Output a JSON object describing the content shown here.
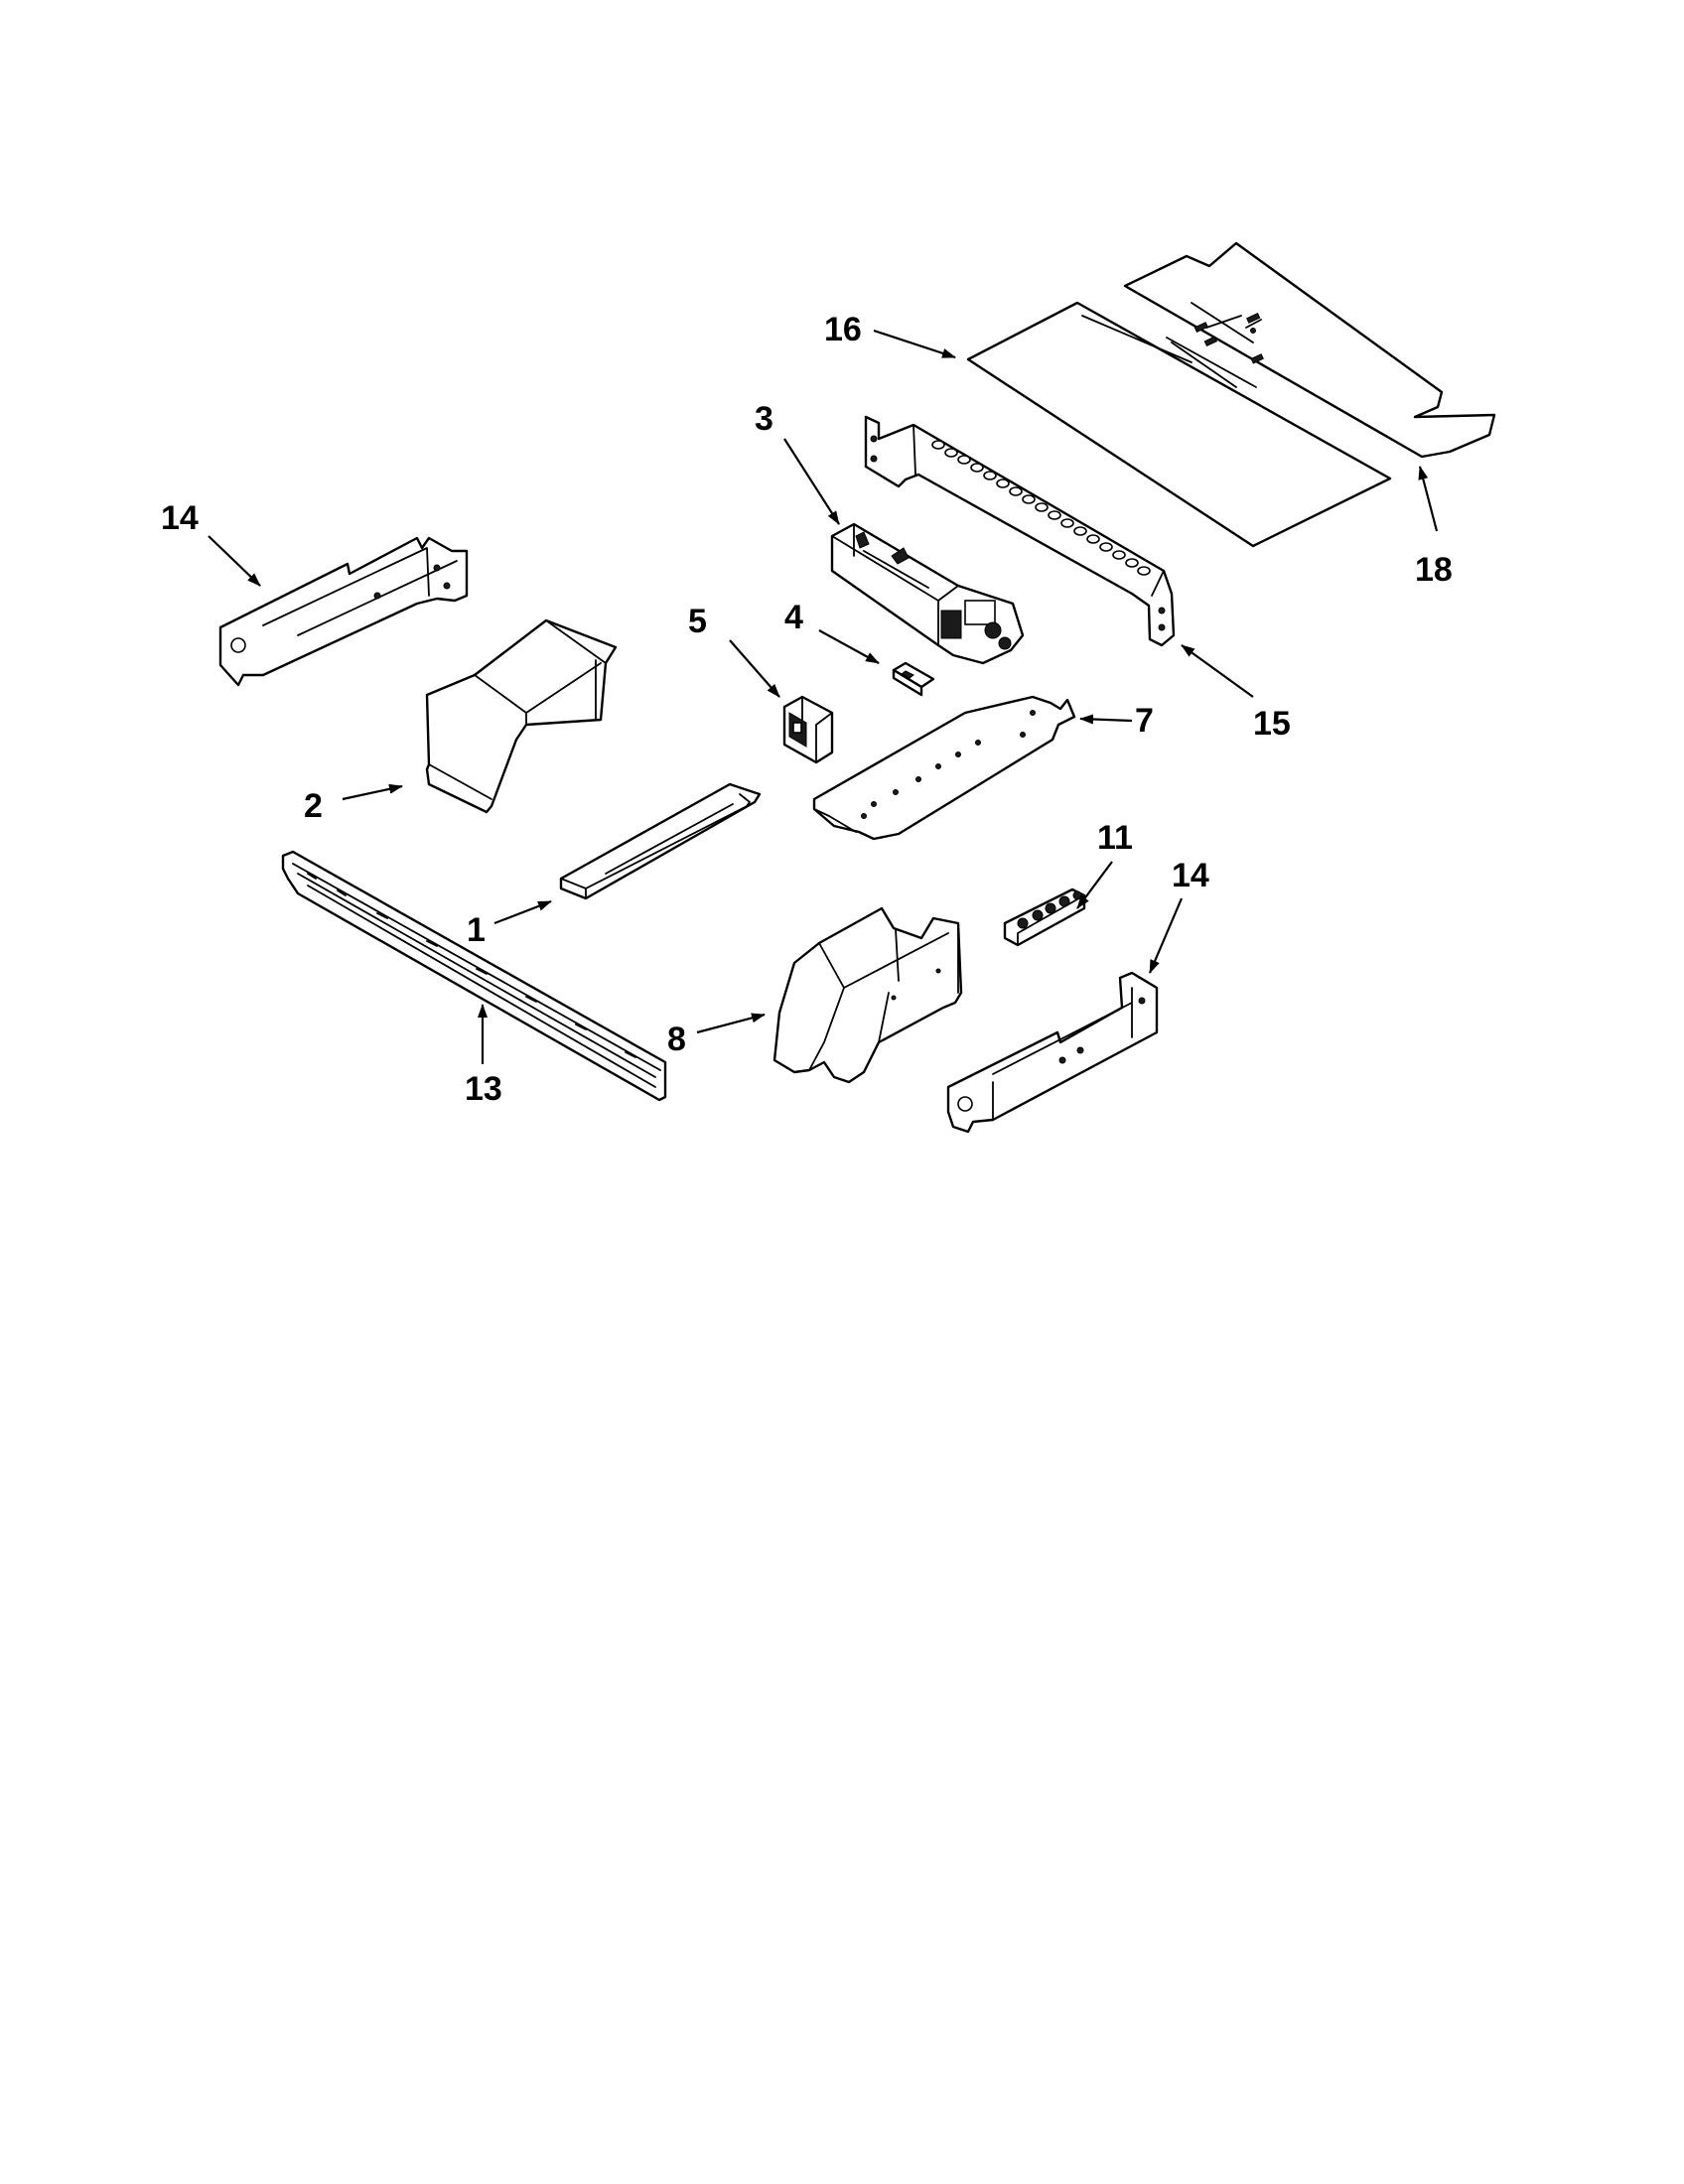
{
  "diagram": {
    "callouts": [
      "16",
      "3",
      "18",
      "14",
      "15",
      "5",
      "4",
      "7",
      "2",
      "1",
      "11",
      "14",
      "8",
      "13"
    ]
  }
}
